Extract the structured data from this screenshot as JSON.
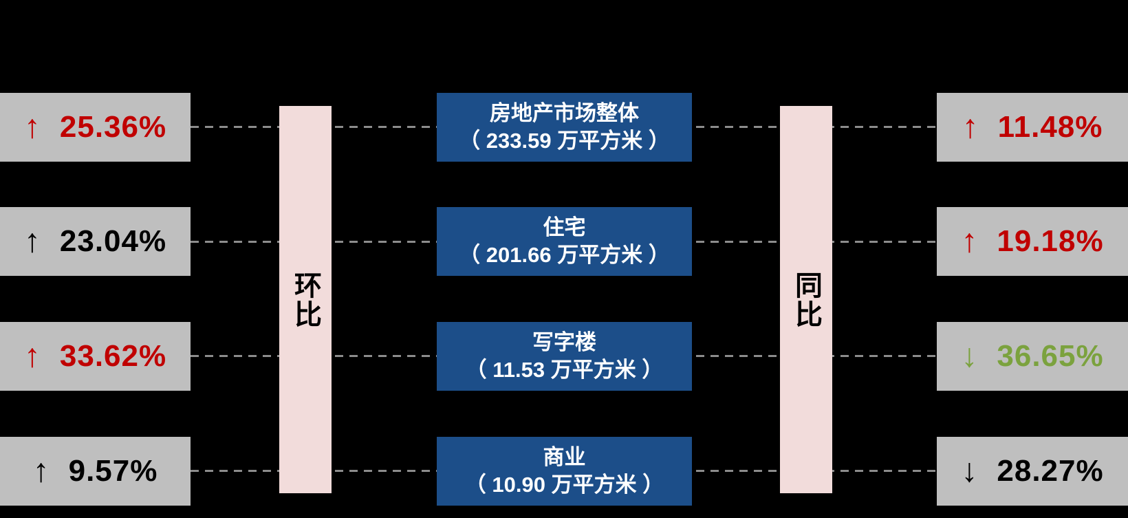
{
  "connectors": {
    "mom_label": "环比",
    "yoy_label": "同比"
  },
  "palette": {
    "background": "#000000",
    "box_gray": "#BFBFBF",
    "box_blue": "#1C4E89",
    "bar_pink": "#F2DCDB",
    "dash_gray": "#8C8C8C",
    "increase_red": "#C00000",
    "decrease_green": "#7BA23E",
    "neutral_black": "#000000"
  },
  "rows": [
    {
      "name": "房地产市场整体",
      "area_label": "（ 233.59 万平方米 ）",
      "mom": {
        "arrow": "↑",
        "value": "25.36%",
        "color": "#C00000"
      },
      "yoy": {
        "arrow": "↑",
        "value": "11.48%",
        "color": "#C00000"
      }
    },
    {
      "name": "住宅",
      "area_label": "（ 201.66 万平方米 ）",
      "mom": {
        "arrow": "↑",
        "value": "23.04%",
        "color": "#000000"
      },
      "yoy": {
        "arrow": "↑",
        "value": "19.18%",
        "color": "#C00000"
      }
    },
    {
      "name": "写字楼",
      "area_label": "（ 11.53 万平方米 ）",
      "mom": {
        "arrow": "↑",
        "value": "33.62%",
        "color": "#C00000"
      },
      "yoy": {
        "arrow": "↓",
        "value": "36.65%",
        "color": "#7BA23E"
      }
    },
    {
      "name": "商业",
      "area_label": "（ 10.90 万平方米 ）",
      "mom": {
        "arrow": "↑",
        "value": "9.57%",
        "color": "#000000"
      },
      "yoy": {
        "arrow": "↓",
        "value": "28.27%",
        "color": "#000000"
      }
    }
  ],
  "chart_data": {
    "type": "table",
    "categories": [
      "房地产市场整体",
      "住宅",
      "写字楼",
      "商业"
    ],
    "areas_wan_sqm": [
      233.59,
      201.66,
      11.53,
      10.9
    ],
    "unit": "万平方米",
    "series": [
      {
        "name": "环比",
        "values_pct": [
          25.36,
          23.04,
          33.62,
          9.57
        ],
        "directions": [
          "up",
          "up",
          "up",
          "up"
        ]
      },
      {
        "name": "同比",
        "values_pct": [
          11.48,
          19.18,
          -36.65,
          -28.27
        ],
        "directions": [
          "up",
          "up",
          "down",
          "down"
        ]
      }
    ],
    "legend_position": "none",
    "grid": false
  }
}
